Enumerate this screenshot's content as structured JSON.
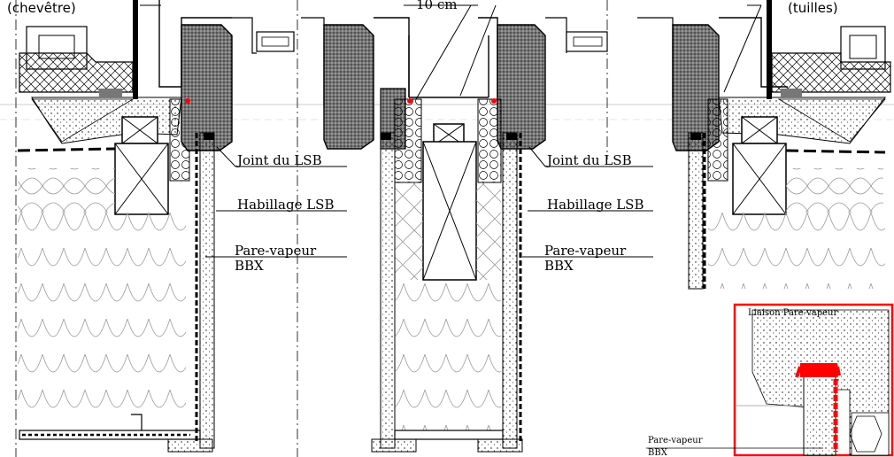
{
  "labels": {
    "top_left": "(chevêtre)",
    "top_center": "10 cm",
    "top_right": "(tuilles)",
    "joint_left": "Joint du LSB",
    "joint_right": "Joint du LSB",
    "habillage_left": "Habillage LSB",
    "habillage_right": "Habillage LSB",
    "pare_vapeur_left": "Pare-vapeur",
    "bbx_left": "BBX",
    "pare_vapeur_right": "Pare-vapeur",
    "bbx_right": "BBX"
  },
  "detail": {
    "title": "Liaison Pare-vapeur",
    "pare_vapeur": "Pare-vapeur",
    "bbx": "BBX",
    "highlight_color": "#ff0000"
  }
}
